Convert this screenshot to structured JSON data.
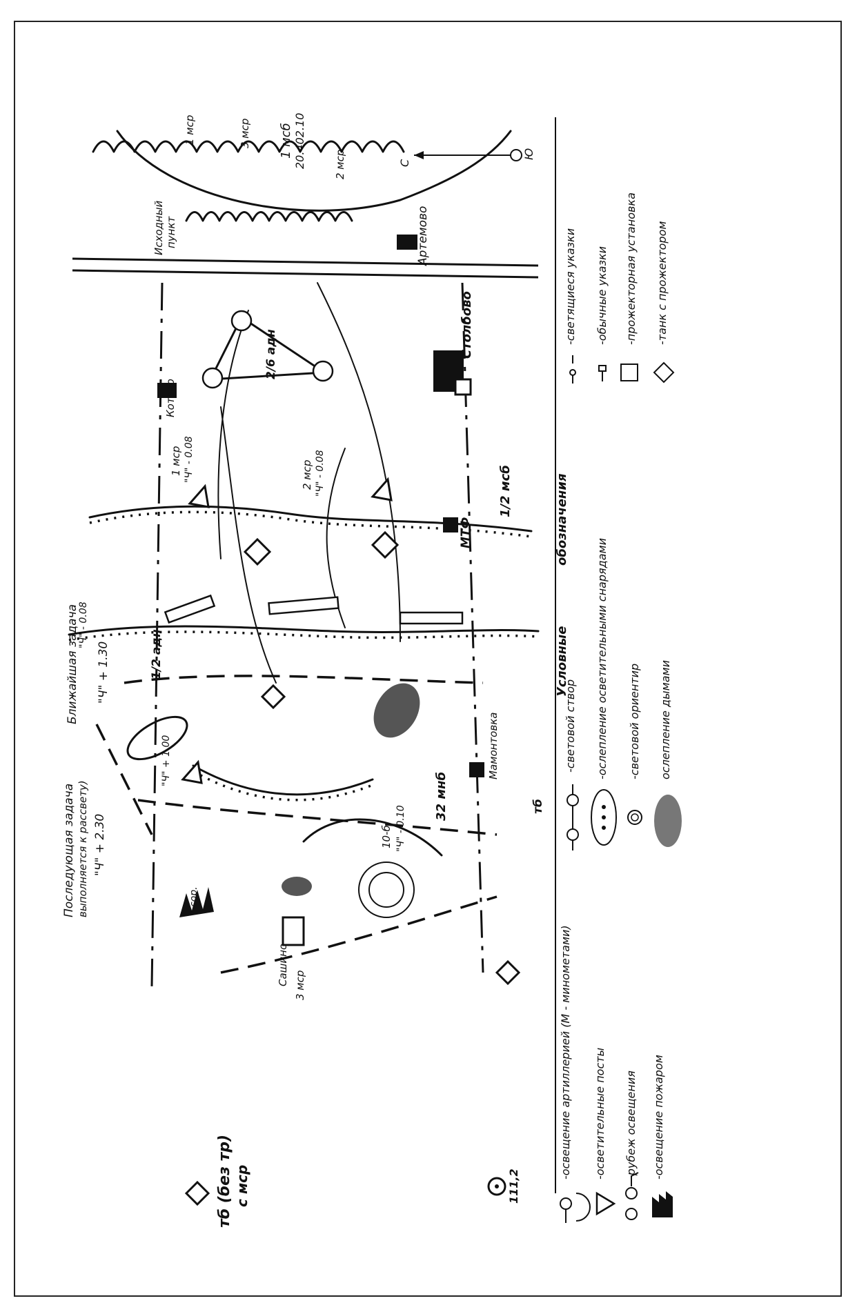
{
  "map": {
    "top_labels": {
      "subsequent_task_line1": "Последующая задача",
      "subsequent_task_line2": "выполняется к рассвету)",
      "subsequent_task_time": "\"Ч\" + 2.30",
      "immediate_task": "Ближайшая задача",
      "immediate_task_time": "\"Ч\" + 1.30"
    },
    "units": {
      "tb": "тб (без тр)",
      "tb_sub": "с мср",
      "msb": "1 мсб",
      "msb_code": "20.402.10",
      "mcr1": "1 мср",
      "mcr2": "2 мср",
      "mcr3": "3 мср",
      "adn": "1/2 адн",
      "adn2": "2/6 адн",
      "tb2": "тб",
      "msb2": "1/2 мсб",
      "mnb": "32 мнб",
      "mcr1_time": "\"Ч\" - 0.08",
      "mcr2_time": "\"Ч\" - 0.08",
      "time_008": "\"Ч\" - 0.08",
      "time_100": "\"Ч\" + 1.00",
      "battery": "10-б",
      "battery_time": "\"Ч\" - 0.10",
      "sor": "сор."
    },
    "places": {
      "artemovo": "Артемово",
      "stolbovo": "Столбово",
      "kotovo": "Котово",
      "mtf": "МТФ",
      "mamontovka": "Мамонтовка",
      "sashino": "Сашино",
      "start_point_1": "Исходный",
      "start_point_2": "пункт",
      "height": "111,2",
      "north": "С",
      "south": "Ю"
    },
    "colors": {
      "ink": "#111111",
      "paper": "#ffffff"
    }
  },
  "legend": {
    "title_1": "Условные",
    "title_2": "обозначения",
    "items_left": [
      {
        "icon": "artillery-illumination-icon",
        "label": "-освещение артиллерией (М - минометами)"
      },
      {
        "icon": "illumination-post-icon",
        "label": "-осветительные посты"
      },
      {
        "icon": "illumination-line-icon",
        "label": "-рубеж освещения"
      },
      {
        "icon": "fire-illumination-icon",
        "label": "-освещение пожаром"
      }
    ],
    "items_middle": [
      {
        "icon": "light-alignment-icon",
        "label": "-световой створ"
      },
      {
        "icon": "blinding-shells-icon",
        "label": "-ослепление осветительными снарядами"
      },
      {
        "icon": "light-landmark-icon",
        "label": "-световой ориентир"
      },
      {
        "icon": "smoke-blinding-icon",
        "label": "ослепление дымами"
      }
    ],
    "items_right": [
      {
        "icon": "glowing-pointer-icon",
        "label": "-светящиеся указки"
      },
      {
        "icon": "ordinary-pointer-icon",
        "label": "-обычные указки"
      },
      {
        "icon": "searchlight-unit-icon",
        "label": "-прожекторная установка"
      },
      {
        "icon": "searchlight-tank-icon",
        "label": "-танк с прожектором"
      }
    ]
  }
}
